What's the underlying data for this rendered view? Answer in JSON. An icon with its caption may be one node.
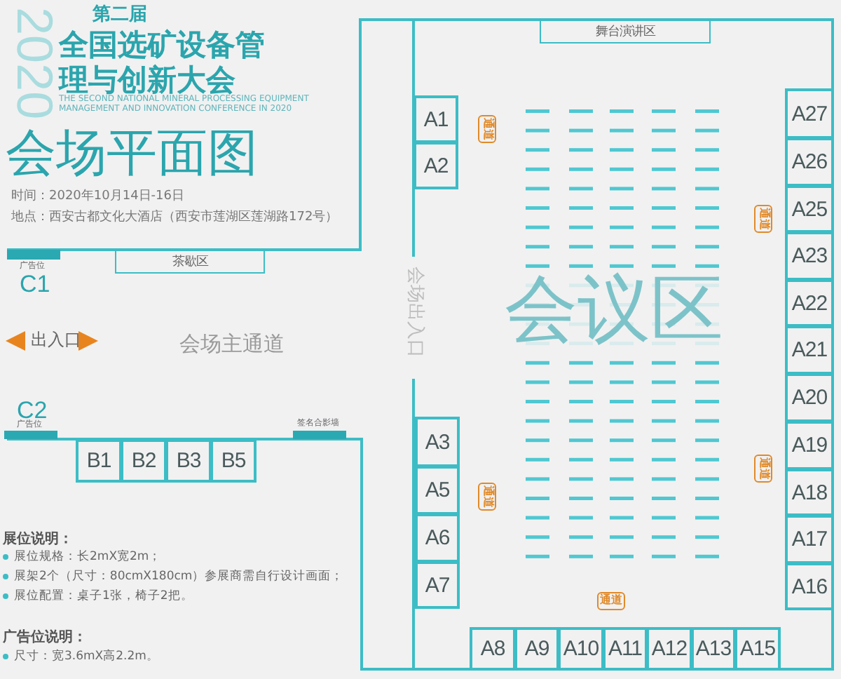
{
  "diagram": {
    "title": "会场平面图",
    "nodes": [
      {
        "text": [
          "茶歇区"
        ]
      },
      {
        "text": [
          "舞台演讲区"
        ]
      },
      {
        "text": [
          "A1"
        ]
      },
      {
        "text": [
          "A2"
        ]
      },
      {
        "text": [
          "A3"
        ]
      },
      {
        "text": [
          "A5"
        ]
      },
      {
        "text": [
          "A6"
        ]
      },
      {
        "text": [
          "A7"
        ]
      },
      {
        "text": [
          "A8"
        ]
      },
      {
        "text": [
          "A9"
        ]
      },
      {
        "text": [
          "A10"
        ]
      },
      {
        "text": [
          "A11"
        ]
      },
      {
        "text": [
          "A12"
        ]
      },
      {
        "text": [
          "A13"
        ]
      },
      {
        "text": [
          "A15"
        ]
      },
      {
        "text": [
          "A27"
        ]
      },
      {
        "text": [
          "A26"
        ]
      },
      {
        "text": [
          "A25"
        ]
      },
      {
        "text": [
          "A23"
        ]
      },
      {
        "text": [
          "A22"
        ]
      },
      {
        "text": [
          "A21"
        ]
      },
      {
        "text": [
          "A20"
        ]
      },
      {
        "text": [
          "A19"
        ]
      },
      {
        "text": [
          "A18"
        ]
      },
      {
        "text": [
          "A17"
        ]
      },
      {
        "text": [
          "A16"
        ]
      },
      {
        "text": [
          "B1"
        ]
      },
      {
        "text": [
          "B2"
        ]
      },
      {
        "text": [
          "B3"
        ]
      },
      {
        "text": [
          "B5"
        ]
      }
    ],
    "labels": [
      "2020",
      "第二届",
      "全国选矿设备管理与创新大会",
      "THE SECOND NATIONAL MINERAL PROCESSING EQUIPMENT MANAGEMENT AND INNOVATION CONFERENCE IN 2020",
      "时间：2020年10月14日-16日",
      "地点：西安古都文化大酒店（西安市莲湖区莲湖路172号）",
      "广告位",
      "C1",
      "出入口",
      "会场主通道",
      "会场出入口",
      "C2",
      "广告位",
      "签名合影墙",
      "会议区",
      "通道",
      "通道",
      "通道",
      "通道",
      "通道",
      "展位说明：",
      "展位规格：长2mX宽2m；",
      "展架2个（尺寸：80cmX180cm）参展商需自行设计画面；",
      "展位配置：桌子1张，椅子2把。",
      "广告位说明：",
      "尺寸：宽3.6mX高2.2m。"
    ]
  }
}
